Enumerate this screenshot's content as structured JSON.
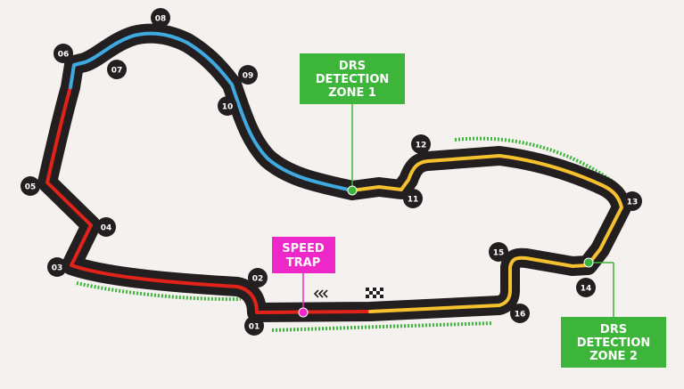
{
  "map": {
    "colors": {
      "background": "#f4f1ef",
      "track": "#231f20",
      "sector1": "#e2231a",
      "sector2": "#3fa9e0",
      "sector3": "#f5c12e",
      "drs": "#3db43a",
      "speed_trap": "#ee27c8",
      "turn_badge": "#231f20"
    },
    "turns": [
      "01",
      "02",
      "03",
      "04",
      "05",
      "06",
      "07",
      "08",
      "09",
      "10",
      "11",
      "12",
      "13",
      "14",
      "15",
      "16"
    ],
    "callouts": {
      "drs1": [
        "DRS",
        "DETECTION",
        "ZONE 1"
      ],
      "drs2": [
        "DRS",
        "DETECTION",
        "ZONE 2"
      ],
      "speed_trap": [
        "SPEED",
        "TRAP"
      ]
    },
    "icons": {
      "direction": "direction-chevrons-icon",
      "finish": "chequered-flag-icon"
    }
  }
}
